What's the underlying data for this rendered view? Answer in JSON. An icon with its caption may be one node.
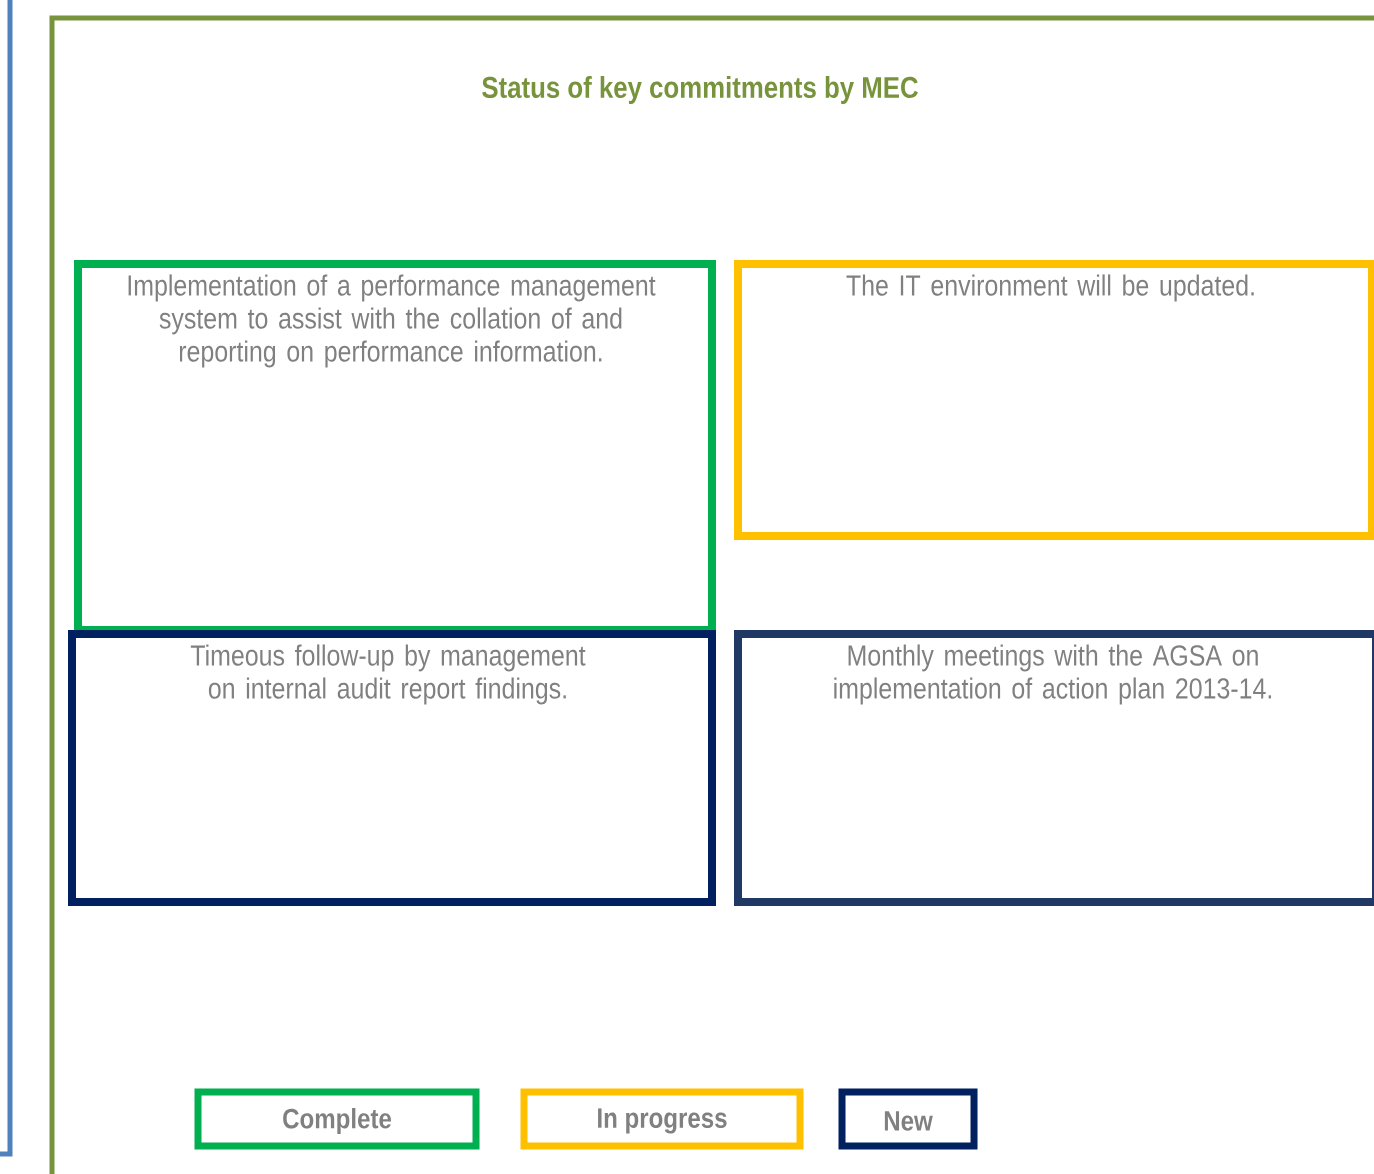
{
  "diagram": {
    "title": "Status of key commitments by MEC",
    "nodes": [
      {
        "text": [
          "Implementation of a performance management system to assist with the collation of and reporting on performance information."
        ]
      },
      {
        "text": [
          "The IT environment will be updated."
        ]
      },
      {
        "text": [
          "Timeous follow-up by management on internal audit report findings."
        ]
      },
      {
        "text": [
          "Monthly meetings with the AGSA on implementation of action plan 2013-14."
        ]
      }
    ],
    "legend": [
      {
        "text": "Complete",
        "color": "#00b050"
      },
      {
        "text": "In progress",
        "color": "#ffc000"
      },
      {
        "text": "New",
        "color": "#002060"
      }
    ]
  }
}
